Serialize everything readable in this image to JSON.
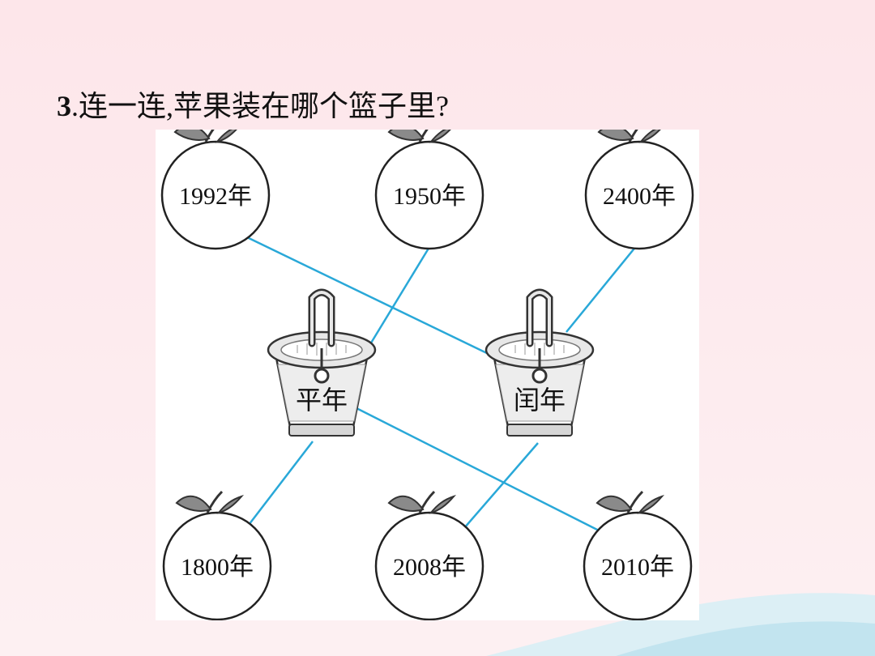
{
  "question": {
    "number": "3",
    "text": ".连一连,苹果装在哪个篮子里?"
  },
  "apples": {
    "a1": "1992年",
    "a2": "1950年",
    "a3": "2400年",
    "a4": "1800年",
    "a5": "2008年",
    "a6": "2010年"
  },
  "baskets": {
    "b1": "平年",
    "b2": "闰年"
  },
  "colors": {
    "connector": "#29a8d8",
    "outline": "#222222",
    "leaf": "#8a8a8a"
  }
}
